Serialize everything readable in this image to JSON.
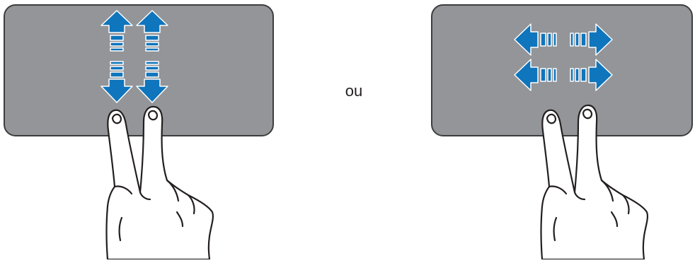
{
  "connector": {
    "text": "ou"
  },
  "colors": {
    "touchpad_fill": "#939598",
    "touchpad_stroke": "#3d3d3d",
    "arrow_fill": "#0f75bc",
    "arrow_edge": "#ffffff",
    "hand_fill": "#ffffff",
    "hand_stroke": "#231f20"
  },
  "gestures": [
    {
      "id": "vertical",
      "direction": "up-down",
      "icon": "two-finger-vertical-scroll-icon"
    },
    {
      "id": "horizontal",
      "direction": "left-right",
      "icon": "two-finger-horizontal-scroll-icon"
    }
  ]
}
